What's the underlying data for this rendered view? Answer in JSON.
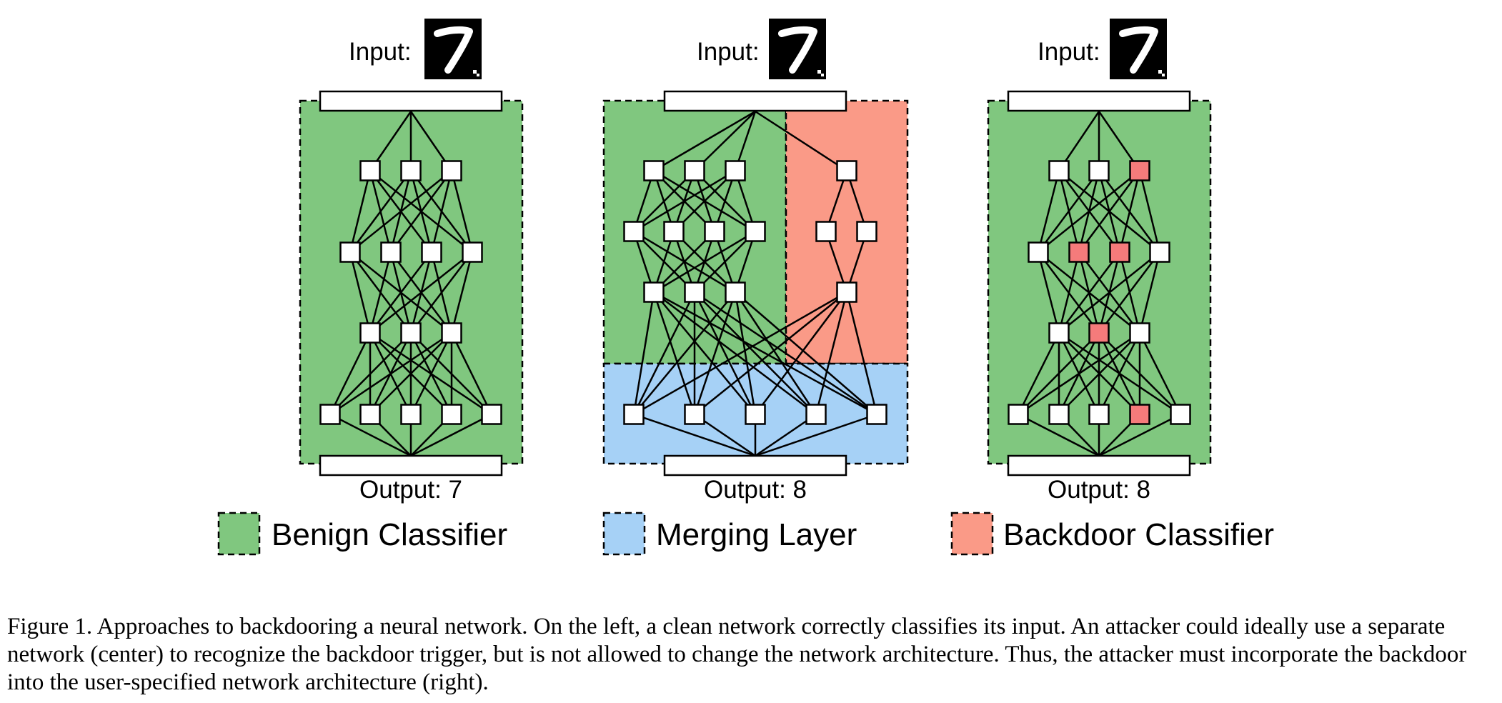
{
  "colors": {
    "benign": "#80c77f",
    "merging": "#a6d1f6",
    "backdoor": "#fa9a87",
    "backdoor_neuron": "#f57b7b",
    "node": "#ffffff",
    "stroke": "#000000",
    "digit_bg": "#000000"
  },
  "networks": [
    {
      "id": "left",
      "input_label": "Input:",
      "output_label": "Output: 7",
      "input_digit": "7"
    },
    {
      "id": "center",
      "input_label": "Input:",
      "output_label": "Output: 8",
      "input_digit": "7"
    },
    {
      "id": "right",
      "input_label": "Input:",
      "output_label": "Output: 8",
      "input_digit": "7"
    }
  ],
  "legend": [
    {
      "label": "Benign Classifier",
      "color_key": "benign"
    },
    {
      "label": "Merging Layer",
      "color_key": "merging"
    },
    {
      "label": "Backdoor Classifier",
      "color_key": "backdoor"
    }
  ],
  "caption": {
    "lines": [
      "Figure 1. Approaches to backdooring a neural network. On the left, a clean network correctly classifies its input. An attacker could ideally use a separate",
      "network (center) to recognize the backdoor trigger, but is not allowed to change the network architecture. Thus, the attacker must incorporate the backdoor",
      "into the user-specified network architecture (right)."
    ]
  }
}
